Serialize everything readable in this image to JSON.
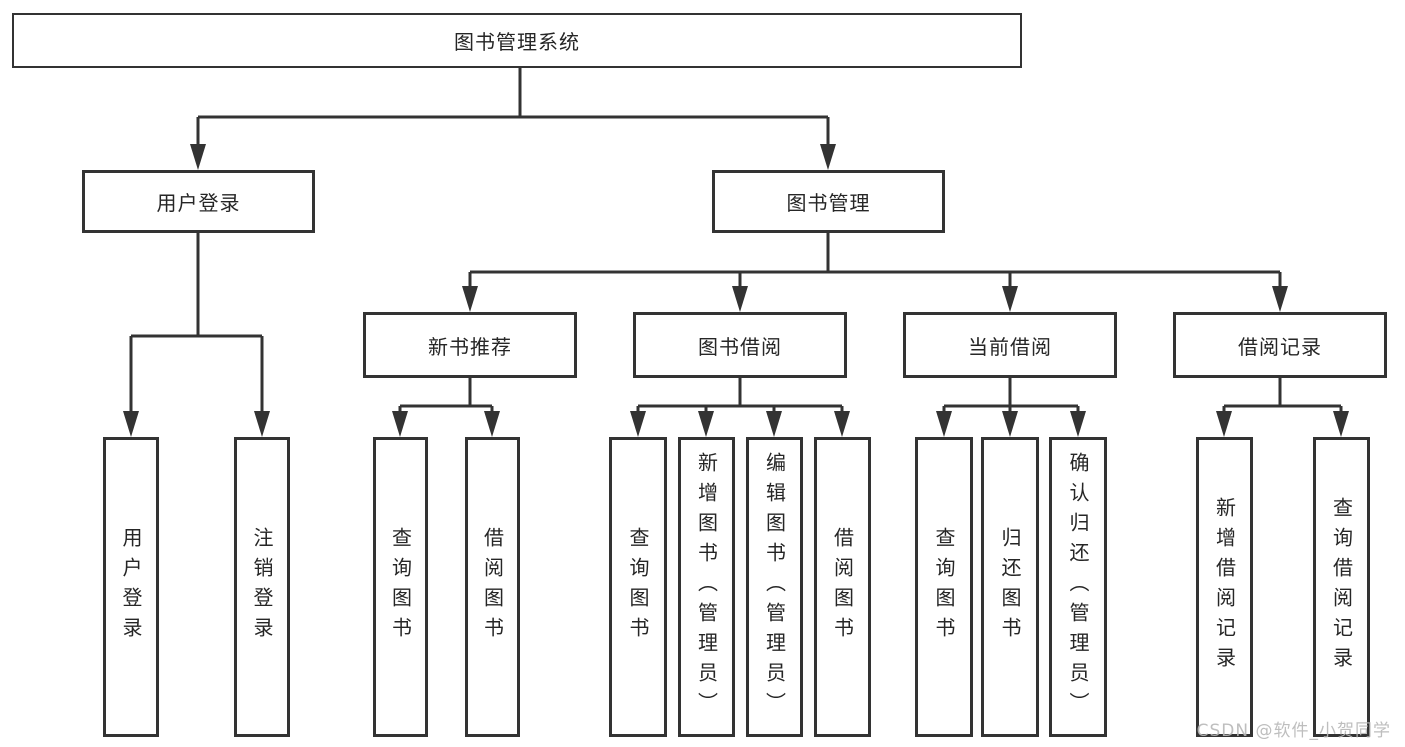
{
  "watermark": {
    "text": "CSDN @软件_小贺同学"
  },
  "colors": {
    "line": "#333333",
    "box_border": "#333333",
    "text": "#262626",
    "watermark": "#b8b8b8",
    "background": "#ffffff"
  },
  "tree": {
    "label": "图书管理系统",
    "children": [
      {
        "label": "用户登录",
        "children": [
          {
            "label": "用户登录"
          },
          {
            "label": "注销登录"
          }
        ]
      },
      {
        "label": "图书管理",
        "children": [
          {
            "label": "新书推荐",
            "children": [
              {
                "label": "查询图书"
              },
              {
                "label": "借阅图书"
              }
            ]
          },
          {
            "label": "图书借阅",
            "children": [
              {
                "label": "查询图书"
              },
              {
                "label": "新增图书（管理员）"
              },
              {
                "label": "编辑图书（管理员）"
              },
              {
                "label": "借阅图书"
              }
            ]
          },
          {
            "label": "当前借阅",
            "children": [
              {
                "label": "查询图书"
              },
              {
                "label": "归还图书"
              },
              {
                "label": "确认归还（管理员）"
              }
            ]
          },
          {
            "label": "借阅记录",
            "children": [
              {
                "label": "新增借阅记录"
              },
              {
                "label": "查询借阅记录"
              }
            ]
          }
        ]
      }
    ]
  }
}
